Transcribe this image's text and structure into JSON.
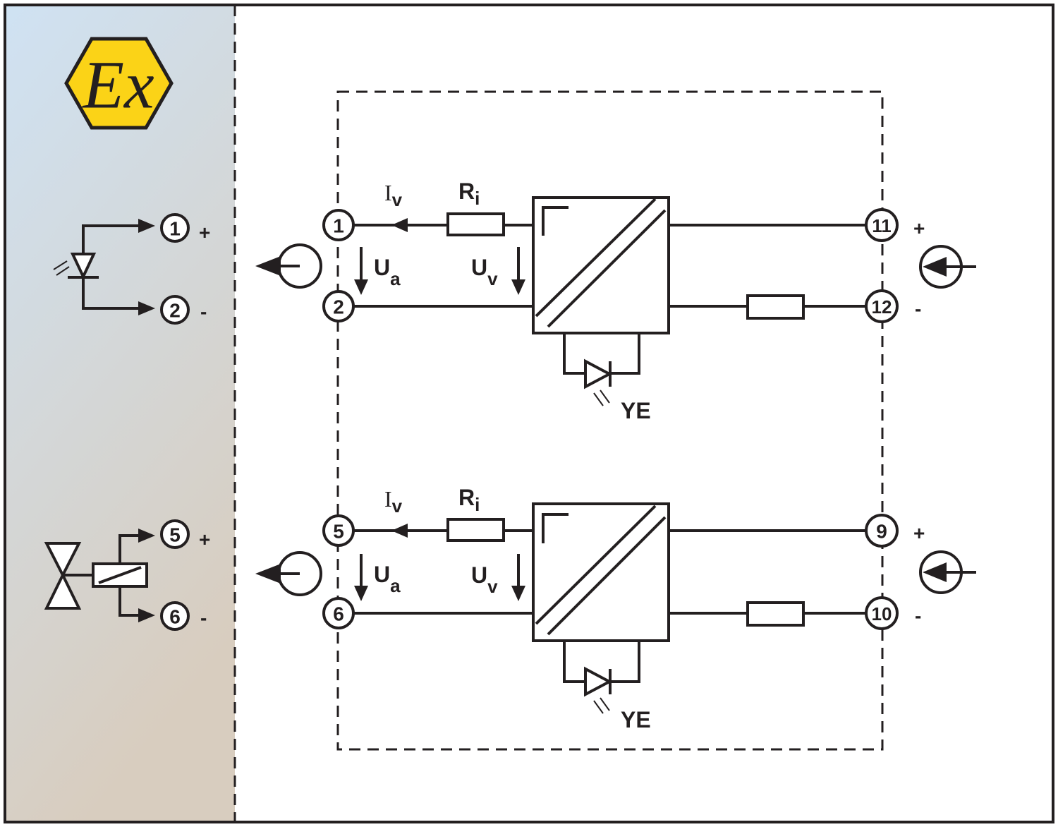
{
  "logo": {
    "text": "Ex",
    "fill": "#fbd317",
    "stroke": "#231f20"
  },
  "colors": {
    "hazard_zone_top": "#cfe2f3",
    "hazard_zone_bottom": "#d8cdbf",
    "line": "#231f20",
    "background": "#ffffff"
  },
  "field_devices": {
    "sensor": {
      "icon": "light-barrier-diode-icon",
      "terminal_pos": "1",
      "terminal_neg": "2",
      "pos_sign": "+",
      "neg_sign": "-"
    },
    "valve": {
      "icon": "solenoid-valve-icon",
      "terminal_pos": "5",
      "terminal_neg": "6",
      "pos_sign": "+",
      "neg_sign": "-"
    }
  },
  "channels": [
    {
      "in_pos": "1",
      "in_neg": "2",
      "out_pos": "11",
      "out_neg": "12",
      "current_label": "I",
      "current_sub": "v",
      "resistor_label": "R",
      "resistor_sub": "i",
      "ua_label": "U",
      "ua_sub": "a",
      "uv_label": "U",
      "uv_sub": "v",
      "led_label": "YE",
      "plus": "+",
      "minus": "-"
    },
    {
      "in_pos": "5",
      "in_neg": "6",
      "out_pos": "9",
      "out_neg": "10",
      "current_label": "I",
      "current_sub": "v",
      "resistor_label": "R",
      "resistor_sub": "i",
      "ua_label": "U",
      "ua_sub": "a",
      "uv_label": "U",
      "uv_sub": "v",
      "led_label": "YE",
      "plus": "+",
      "minus": "-"
    }
  ]
}
